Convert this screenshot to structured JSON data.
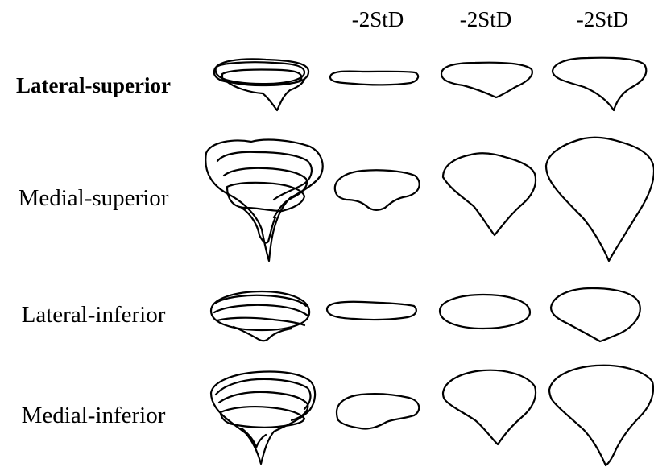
{
  "column_headers": [
    "-2StD",
    "-2StD",
    "-2StD"
  ],
  "rows": [
    {
      "label": "Lateral-superior",
      "bold": true
    },
    {
      "label": "Medial-superior",
      "bold": false
    },
    {
      "label": "Lateral-inferior",
      "bold": false
    },
    {
      "label": "Medial-inferior",
      "bold": false
    }
  ]
}
